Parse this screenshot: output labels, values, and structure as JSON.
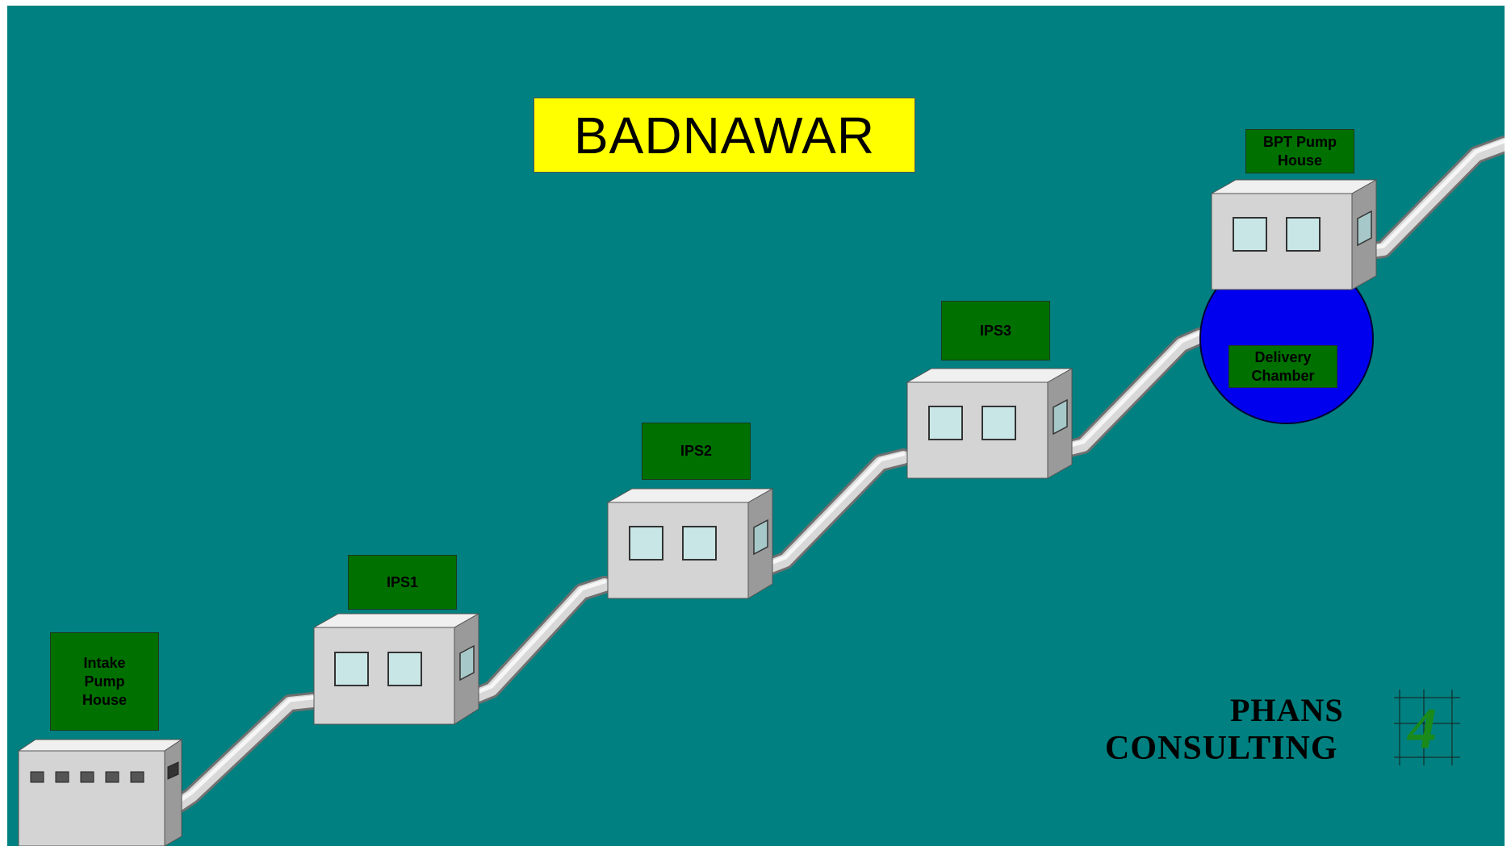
{
  "title": "BADNAWAR",
  "stations": [
    {
      "id": "intake",
      "label": "Intake\nPump\nHouse"
    },
    {
      "id": "ips1",
      "label": "IPS1"
    },
    {
      "id": "ips2",
      "label": "IPS2"
    },
    {
      "id": "ips3",
      "label": "IPS3"
    },
    {
      "id": "bpt",
      "label": "BPT Pump\nHouse"
    }
  ],
  "delivery_chamber": {
    "label": "Delivery\nChamber"
  },
  "logo": {
    "line1": "PHANS",
    "line2": "CONSULTING",
    "mark": "4"
  },
  "colors": {
    "background": "#008080",
    "title_bg": "#ffff00",
    "label_bg": "#007000",
    "chamber": "#0000ee",
    "building": "#d4d4d4",
    "pipe": "#c0c0c0"
  }
}
